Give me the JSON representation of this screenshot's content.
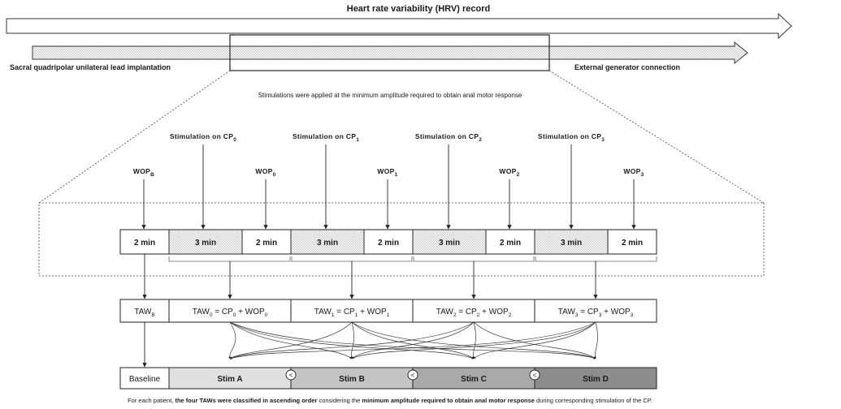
{
  "title": "Heart rate variability (HRV) record",
  "implant_label": "Sacral quadripolar unilateral lead implantation",
  "generator_label": "External generator connection",
  "stim_note": "Stimulations were applied at the minimum amplitude required to obtain anal motor response",
  "stimulations": [
    {
      "prefix": "Stimulation on CP",
      "sub": "0"
    },
    {
      "prefix": "Stimulation on CP",
      "sub": "1"
    },
    {
      "prefix": "Stimulation on CP",
      "sub": "2"
    },
    {
      "prefix": "Stimulation on CP",
      "sub": "3"
    }
  ],
  "wops": [
    {
      "prefix": "WOP",
      "sub": "B"
    },
    {
      "prefix": "WOP",
      "sub": "0"
    },
    {
      "prefix": "WOP",
      "sub": "1"
    },
    {
      "prefix": "WOP",
      "sub": "2"
    },
    {
      "prefix": "WOP",
      "sub": "3"
    }
  ],
  "timeline": [
    "2 min",
    "3 min",
    "2 min",
    "3 min",
    "2 min",
    "3 min",
    "2 min",
    "3 min",
    "2 min"
  ],
  "taw_baseline": {
    "prefix": "TAW",
    "sub": "B"
  },
  "taws": [
    {
      "a": "TAW",
      "as": "0",
      "b": " = CP",
      "bs": "0",
      "c": " + WOP",
      "cs": "0"
    },
    {
      "a": "TAW",
      "as": "1",
      "b": " = CP",
      "bs": "1",
      "c": " + WOP",
      "cs": "1"
    },
    {
      "a": "TAW",
      "as": "2",
      "b": " = CP",
      "bs": "2",
      "c": " + WOP",
      "cs": "2"
    },
    {
      "a": "TAW",
      "as": "3",
      "b": " = CP",
      "bs": "3",
      "c": " + WOP",
      "cs": "3"
    }
  ],
  "baseline_label": "Baseline",
  "stim_boxes": [
    "Stim A",
    "Stim B",
    "Stim C",
    "Stim D"
  ],
  "less_than": "<",
  "stim_colors": [
    "#e0e0e0",
    "#c4c4c4",
    "#a9a9a9",
    "#8c8c8c"
  ],
  "footnote": {
    "p1": "For each patient, ",
    "p2": "the four TAWs were classified in ascending order",
    "p3": " considering the ",
    "p4": "minimum amplitude required to obtain anal motor response",
    "p5": " during corresponding stimulation of the CP."
  }
}
